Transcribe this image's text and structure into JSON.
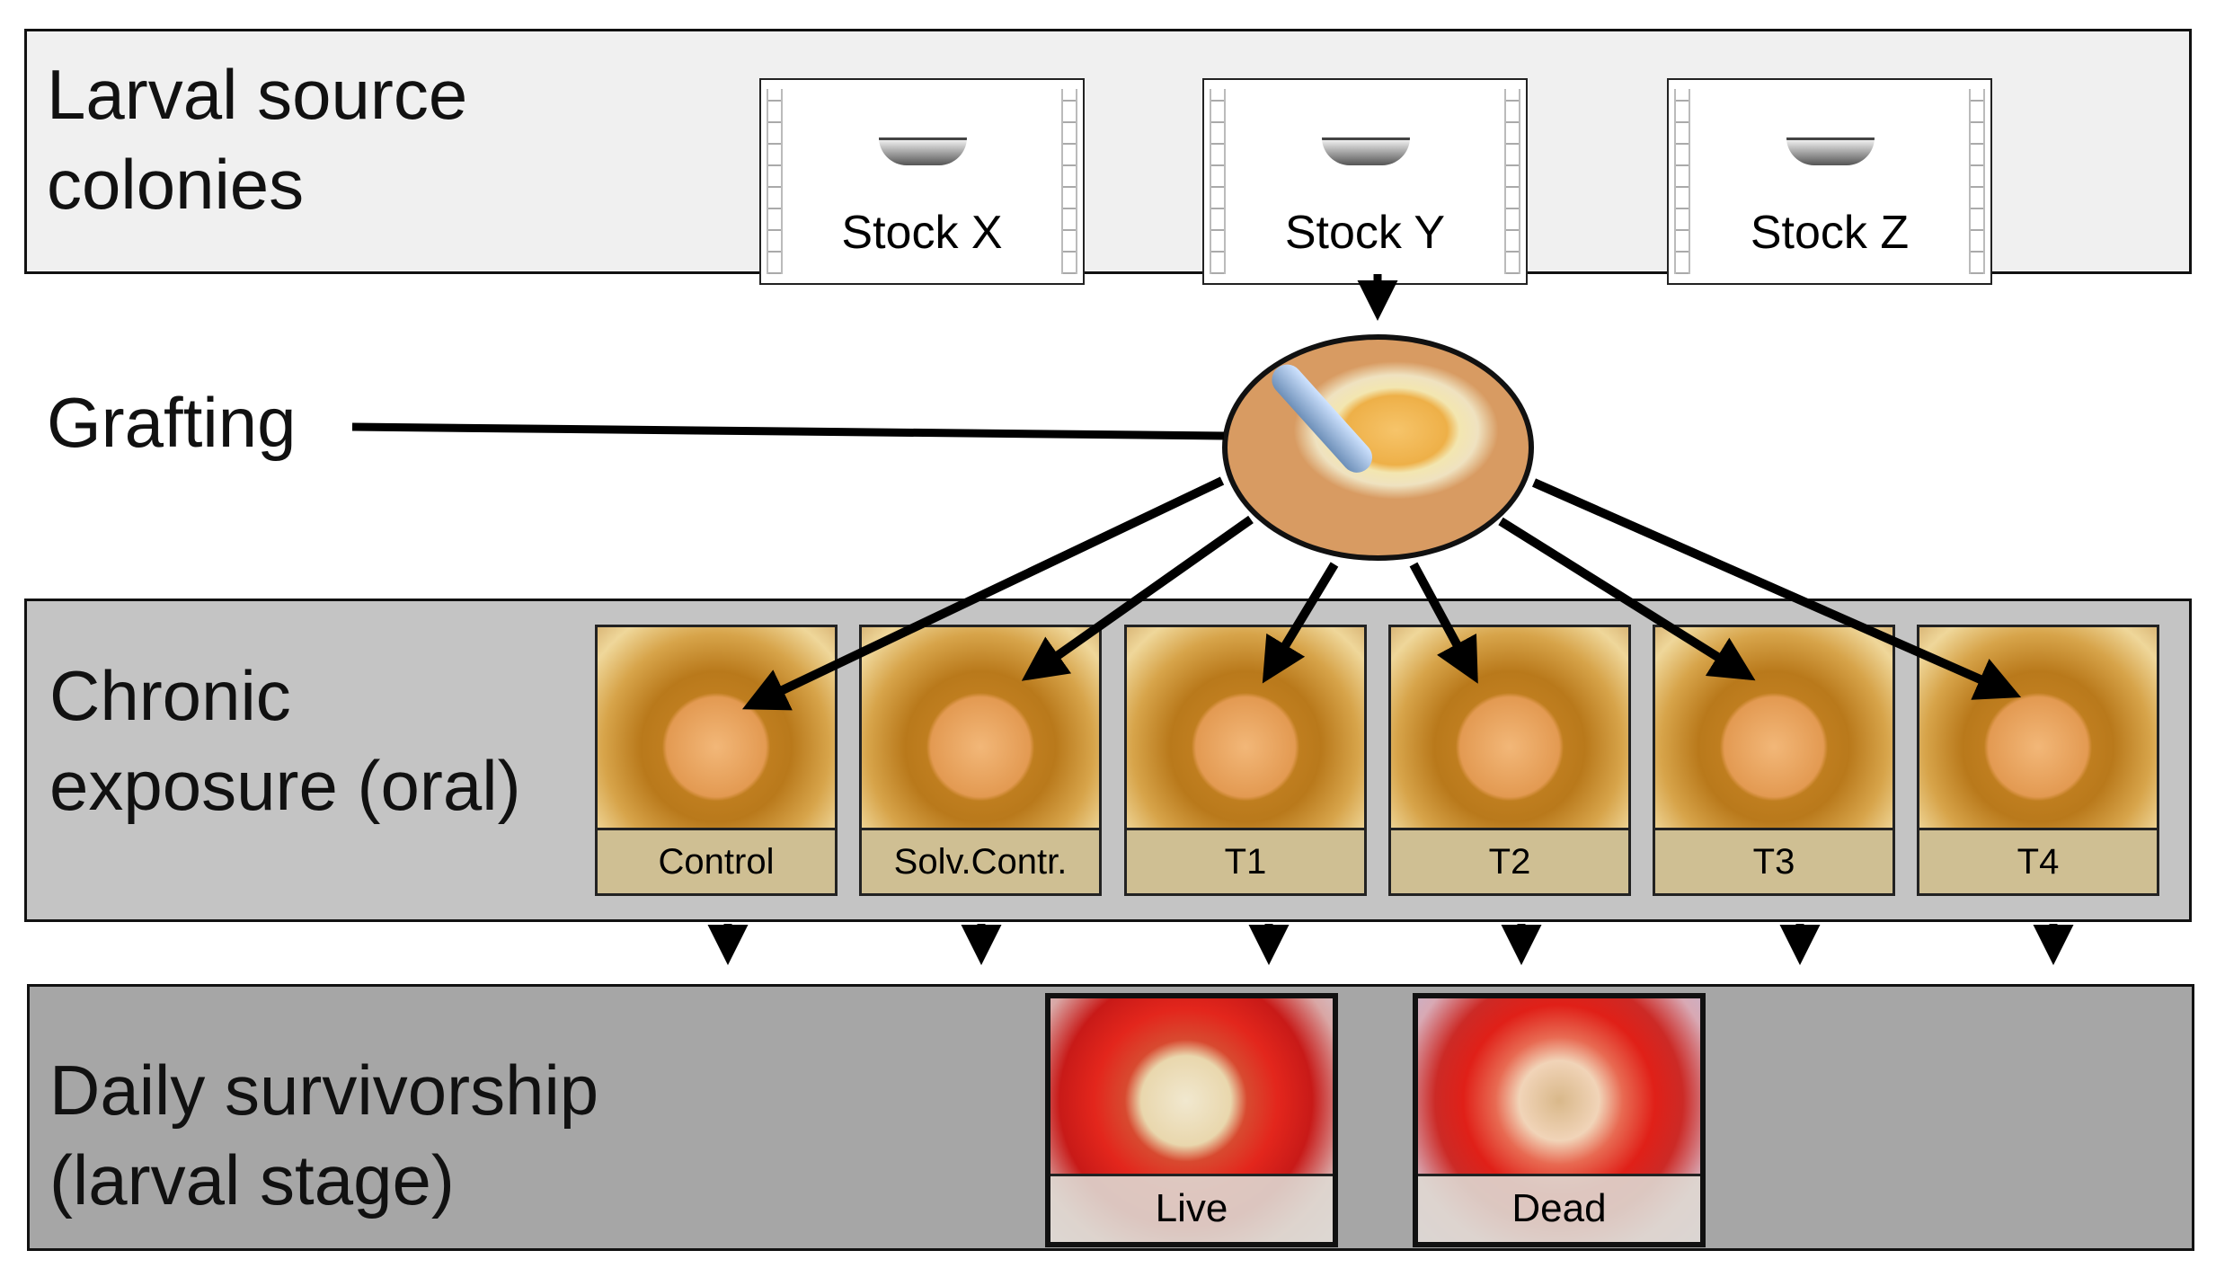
{
  "rows": {
    "source": "Larval source\ncolonies",
    "grafting": "Grafting",
    "exposure": "Chronic\nexposure (oral)",
    "survivorship": "Daily survivorship\n(larval stage)"
  },
  "stocks": [
    "Stock X",
    "Stock Y",
    "Stock Z"
  ],
  "treatments": [
    "Control",
    "Solv.Contr.",
    "T1",
    "T2",
    "T3",
    "T4"
  ],
  "outcomes": {
    "live": "Live",
    "dead": "Dead"
  },
  "colors": {
    "source_panel": "#f0f0f0",
    "exposure_panel": "#c4c4c4",
    "survivorship_panel": "#a6a6a6",
    "arrow": "#000000"
  }
}
